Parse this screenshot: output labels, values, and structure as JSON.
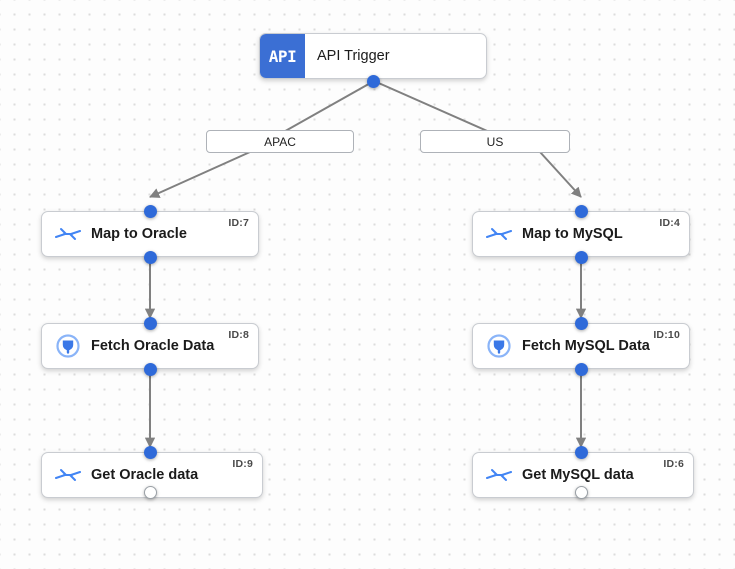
{
  "canvas": {
    "background": "#fdfdfd",
    "grid_dot_color": "#dcdcdc",
    "accent_color": "#2f6ad9",
    "edge_color": "#808080"
  },
  "trigger": {
    "badge_text": "API",
    "title": "API Trigger",
    "badge_color": "#3b6fd4"
  },
  "branches": [
    {
      "label": "APAC"
    },
    {
      "label": "US"
    }
  ],
  "nodes": [
    {
      "label": "Map to Oracle",
      "id_text": "ID:7",
      "icon": "arrows-merge-icon"
    },
    {
      "label": "Fetch Oracle Data",
      "id_text": "ID:8",
      "icon": "connector-plug-icon"
    },
    {
      "label": "Get Oracle data",
      "id_text": "ID:9",
      "icon": "arrows-merge-icon"
    },
    {
      "label": "Map to MySQL",
      "id_text": "ID:4",
      "icon": "arrows-merge-icon"
    },
    {
      "label": "Fetch MySQL Data",
      "id_text": "ID:10",
      "icon": "connector-plug-icon"
    },
    {
      "label": "Get MySQL data",
      "id_text": "ID:6",
      "icon": "arrows-merge-icon"
    }
  ]
}
